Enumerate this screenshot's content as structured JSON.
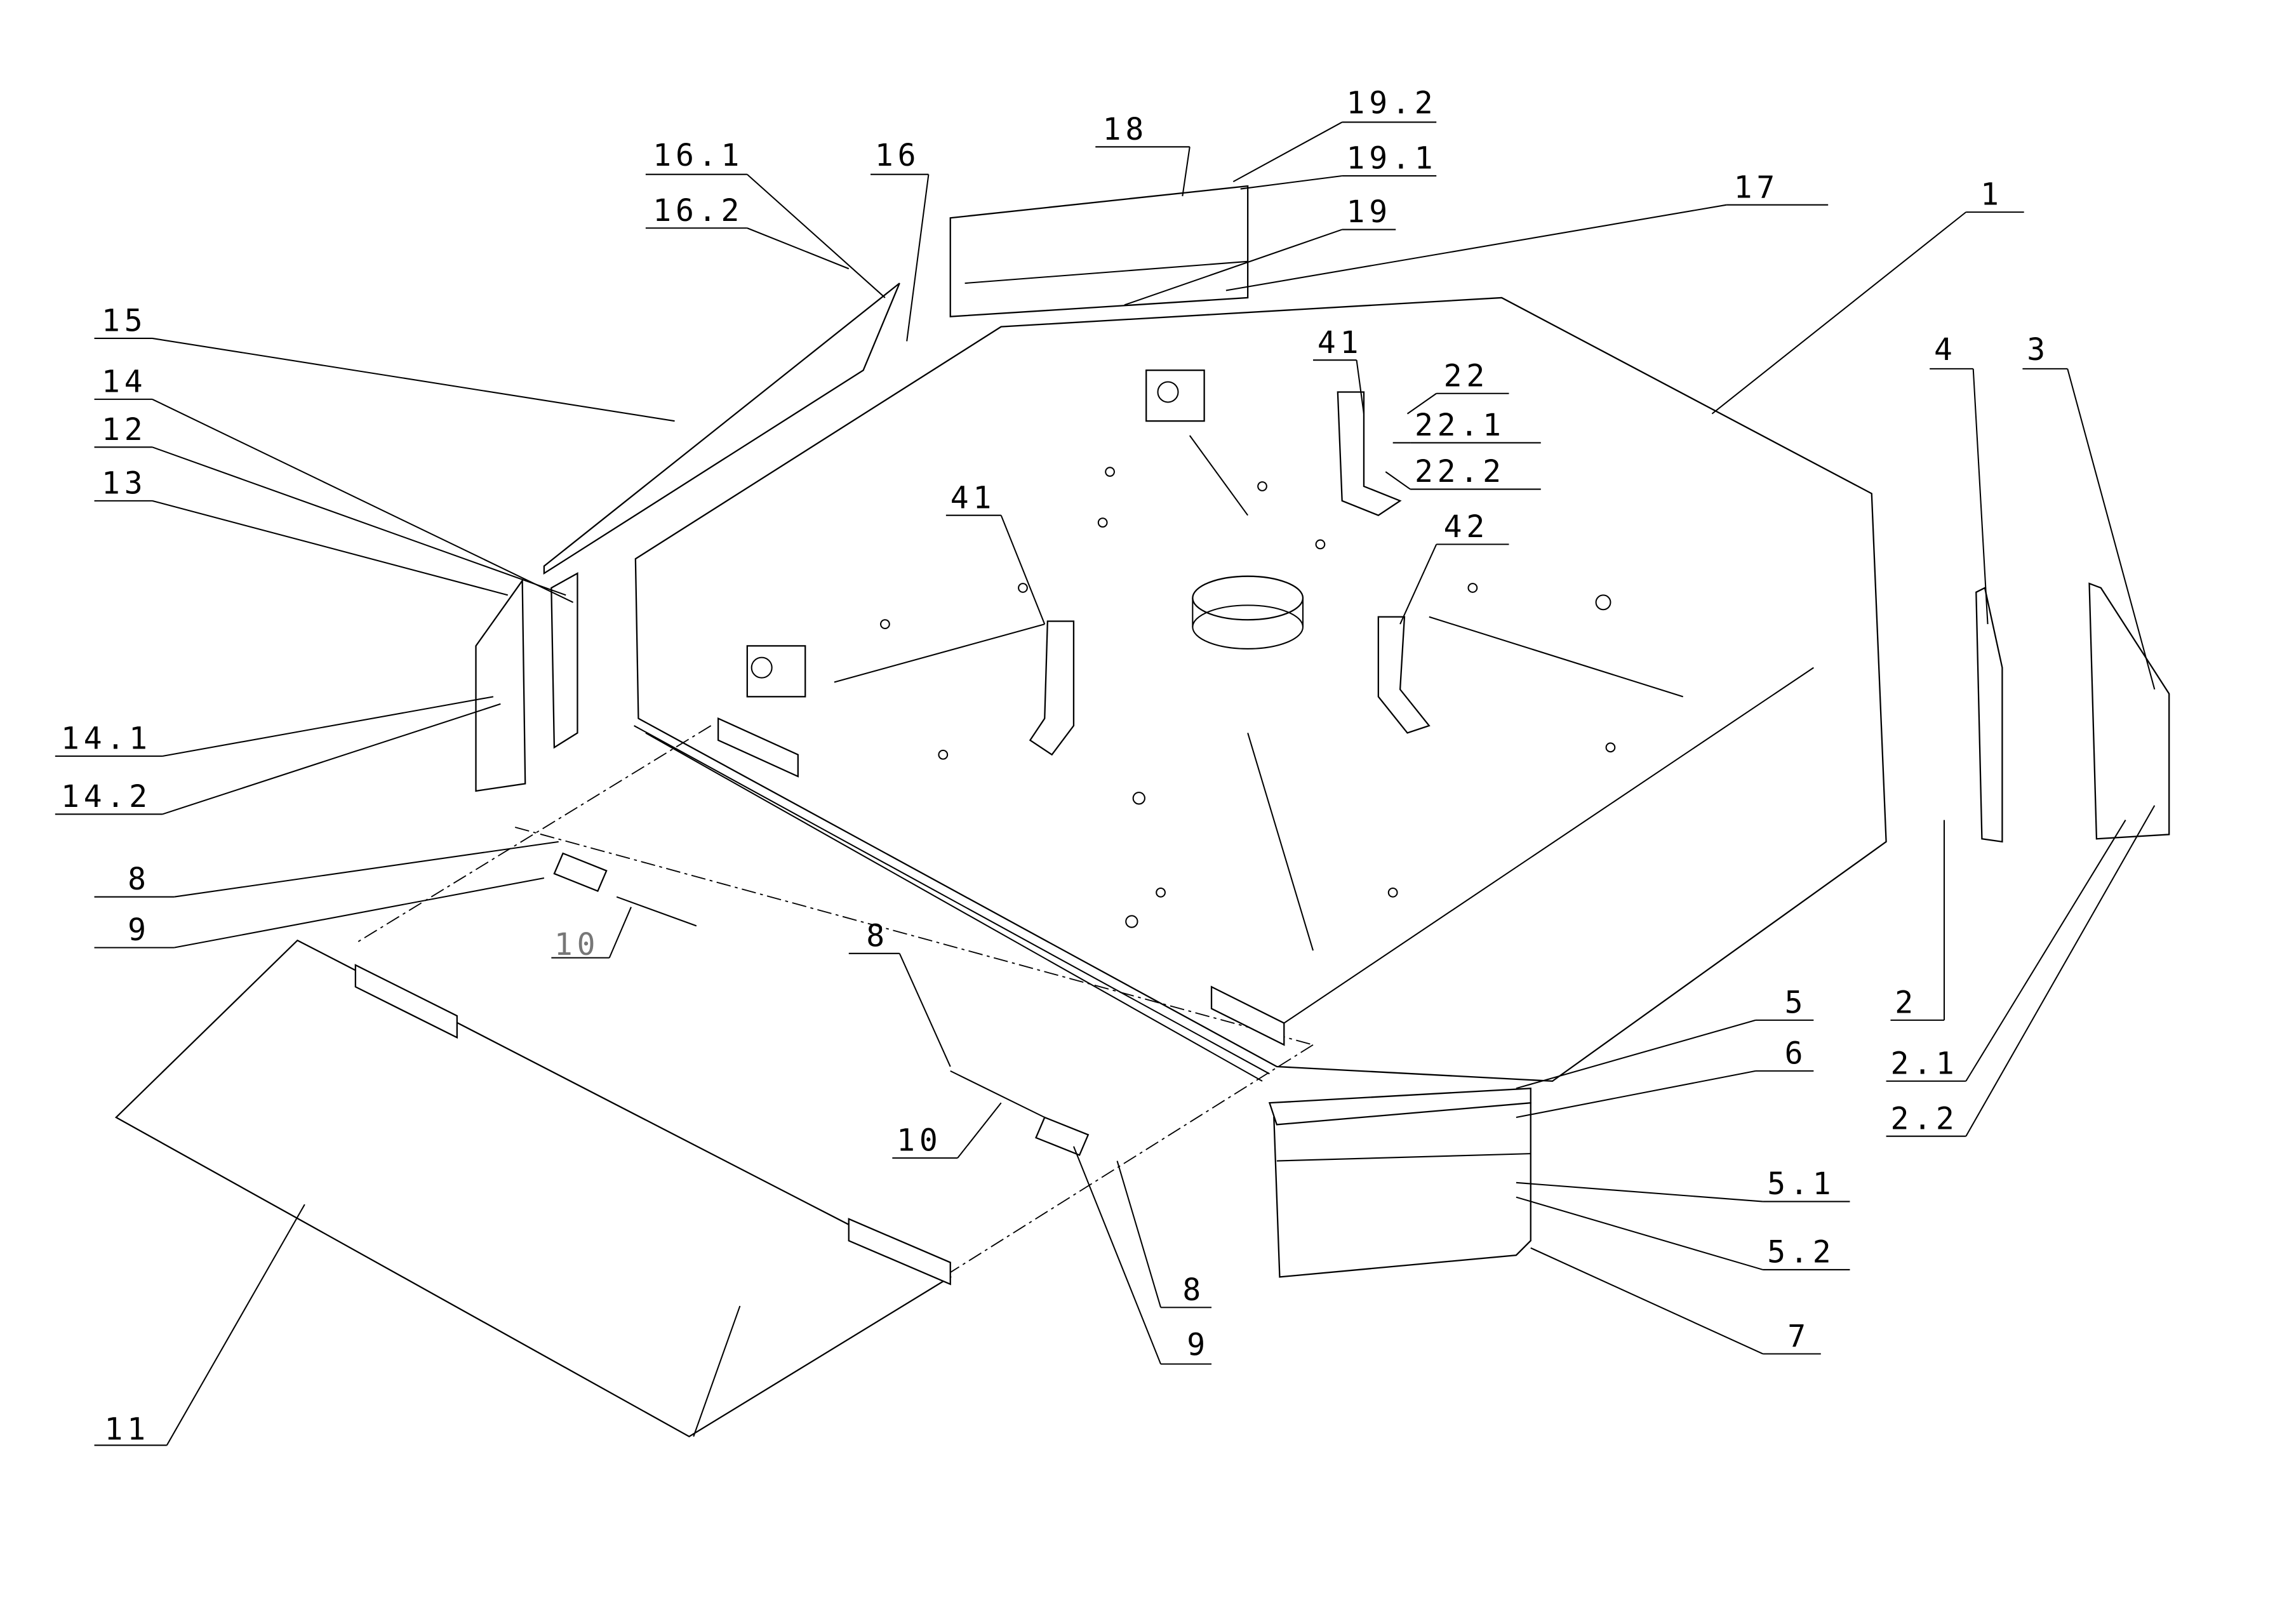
{
  "diagram": {
    "type": "exploded parts view",
    "labels": [
      "19.2",
      "18",
      "19.1",
      "19",
      "17",
      "1",
      "16.1",
      "16",
      "16.2",
      "15",
      "14",
      "12",
      "13",
      "41",
      "22",
      "22.1",
      "22.2",
      "41",
      "42",
      "4",
      "3",
      "14.1",
      "14.2",
      "8",
      "9",
      "10",
      "8",
      "2",
      "2.1",
      "2.2",
      "5",
      "6",
      "10",
      "5.1",
      "5.2",
      "8",
      "9",
      "7",
      "11"
    ]
  }
}
